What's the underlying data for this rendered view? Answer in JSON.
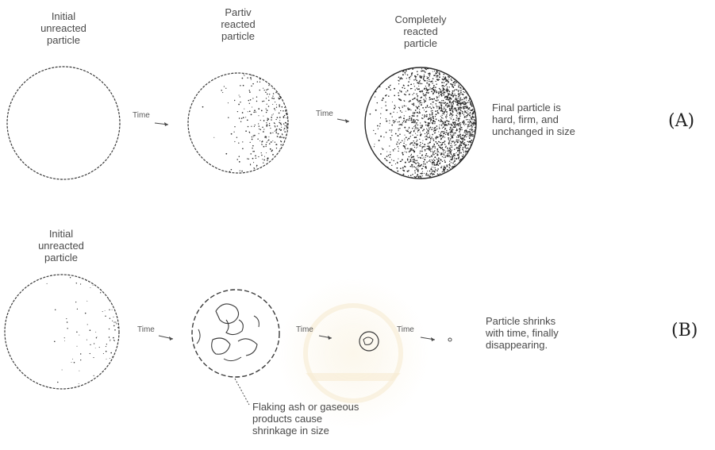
{
  "row_a": {
    "tag": "(A)",
    "stage1": {
      "lines": [
        "Initial",
        "unreacted",
        "particle"
      ]
    },
    "stage2": {
      "lines": [
        "Partiv",
        "reacted",
        "particle"
      ]
    },
    "stage3": {
      "lines": [
        "Completely",
        "reacted",
        "particle"
      ]
    },
    "arrow1_label": "Time",
    "arrow2_label": "Time",
    "result": {
      "lines": [
        "Final particle is",
        "hard, firm, and",
        "unchanged in size"
      ]
    }
  },
  "row_b": {
    "tag": "(B)",
    "stage1": {
      "lines": [
        "Initial",
        "unreacted",
        "particle"
      ]
    },
    "arrow1_label": "Time",
    "arrow2_label": "Time",
    "arrow3_label": "Time",
    "result": {
      "lines": [
        "Particle shrinks",
        "with time, finally",
        "disappearing."
      ]
    },
    "note": {
      "lines": [
        "Flaking ash or gaseous",
        "products cause",
        "shrinkage in size"
      ]
    }
  },
  "colors": {
    "ink": "#3a3a3a",
    "tag": "#222222",
    "watermark": "#f0d9a6"
  }
}
